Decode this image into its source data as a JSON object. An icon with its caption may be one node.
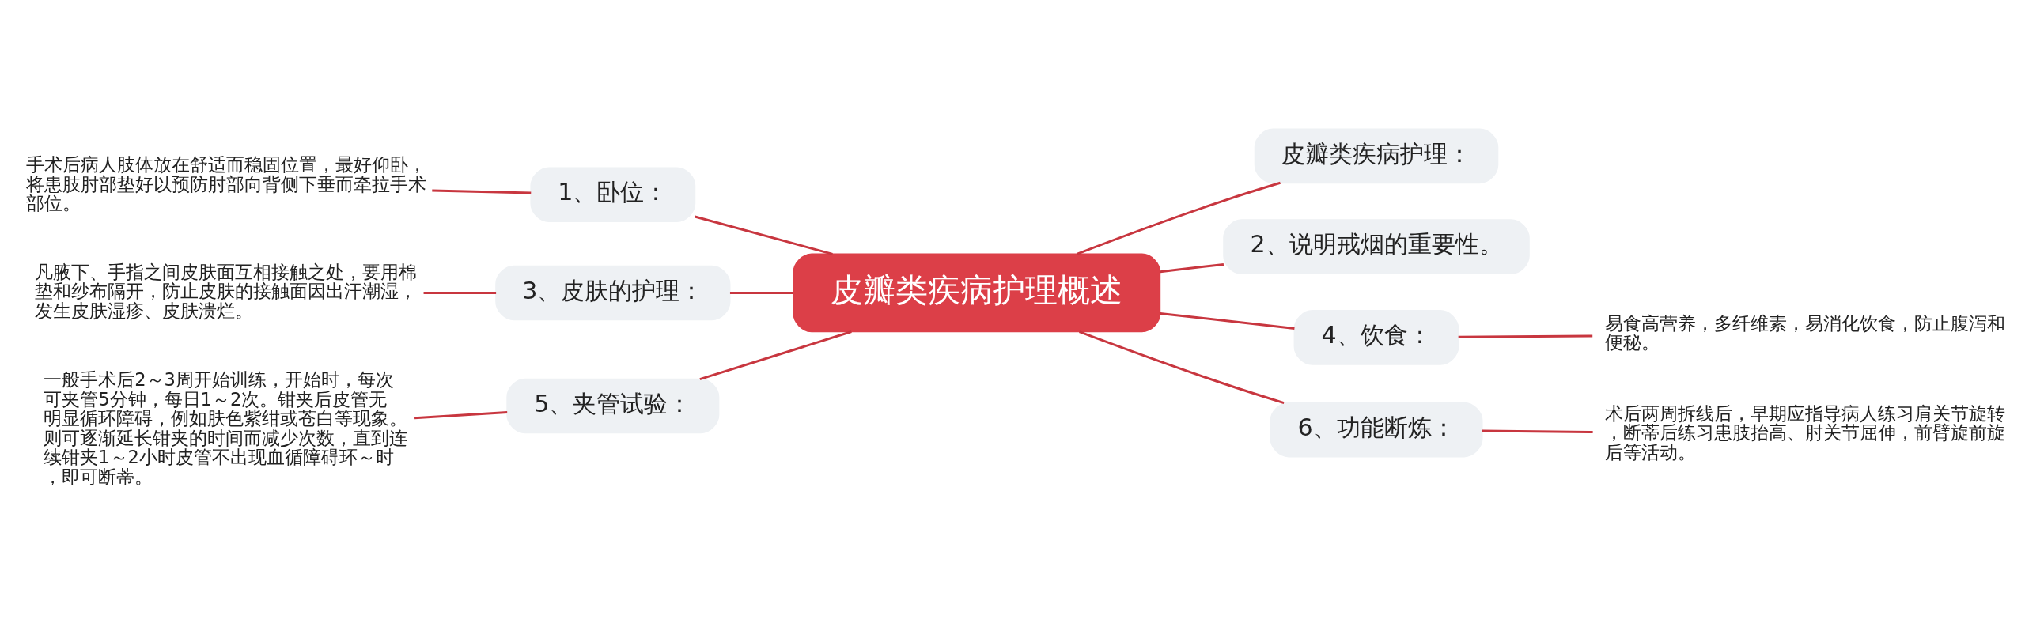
{
  "diagram": {
    "nodes": [
      {
        "text": [
          "皮瓣类疾病护理概述"
        ]
      },
      {
        "text": [
          "1、卧位："
        ]
      },
      {
        "text": [
          "手术后病人肢体放在舒适而稳固位置，最好仰卧，将患肢肘部垫好以预防肘部向背侧下垂而牵拉手术部位。"
        ]
      },
      {
        "text": [
          "3、皮肤的护理："
        ]
      },
      {
        "text": [
          "凡腋下、手指之间皮肤面互相接触之处，要用棉垫和纱布隔开，防止皮肤的接触面因出汗潮湿，发生皮肤湿疹、皮肤溃烂。"
        ]
      },
      {
        "text": [
          "5、夹管试验："
        ]
      },
      {
        "text": [
          "一般手术后2～3周开始训练，开始时，每次可夹管5分钟，每日1～2次。钳夹后皮管无明显循环障碍，例如肤色紫绀或苍白等现象。则可逐渐延长钳夹的时间而减少次数，直到连续钳夹1～2小时皮管不出现血循障碍环～时，即可断蒂。"
        ]
      },
      {
        "text": [
          "皮瓣类疾病护理："
        ]
      },
      {
        "text": [
          "2、说明戒烟的重要性。"
        ]
      },
      {
        "text": [
          "4、饮食："
        ]
      },
      {
        "text": [
          "易食高营养，多纤维素，易消化饮食，防止腹泻和便秘。"
        ]
      },
      {
        "text": [
          "6、功能断炼："
        ]
      },
      {
        "text": [
          "术后两周拆线后，早期应指导病人练习肩关节旋转，断蒂后练习患肢抬高、肘关节屈伸，前臂旋前旋后等活动。"
        ]
      }
    ],
    "edges": [
      {
        "from": 2,
        "to": 1,
        "arrow": "none"
      },
      {
        "from": 1,
        "to": 0,
        "arrow": "none"
      },
      {
        "from": 4,
        "to": 3,
        "arrow": "none"
      },
      {
        "from": 3,
        "to": 0,
        "arrow": "none"
      },
      {
        "from": 6,
        "to": 5,
        "arrow": "none"
      },
      {
        "from": 5,
        "to": 0,
        "arrow": "none"
      },
      {
        "from": 0,
        "to": 7,
        "arrow": "none"
      },
      {
        "from": 0,
        "to": 8,
        "arrow": "none"
      },
      {
        "from": 0,
        "to": 9,
        "arrow": "none"
      },
      {
        "from": 9,
        "to": 10,
        "arrow": "none"
      },
      {
        "from": 0,
        "to": 11,
        "arrow": "none"
      },
      {
        "from": 11,
        "to": 12,
        "arrow": "none"
      }
    ]
  }
}
